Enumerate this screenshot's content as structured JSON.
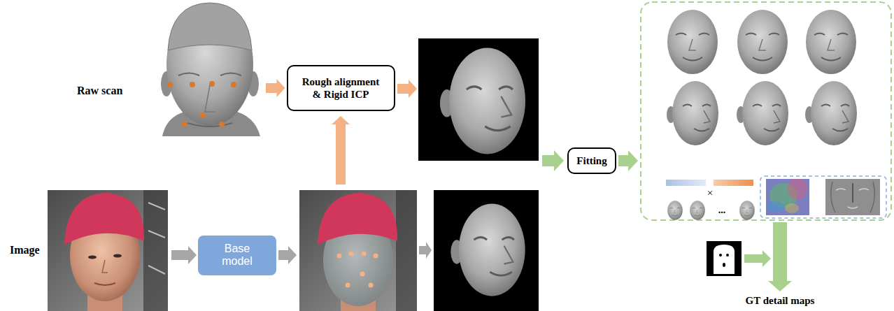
{
  "diagram": {
    "nodes": [
      {
        "text": [
          "Raw scan"
        ]
      },
      {
        "text": [
          "Rough alignment & Rigid ICP"
        ]
      },
      {
        "text": [
          "Image"
        ]
      },
      {
        "text": [
          "Base model"
        ]
      },
      {
        "text": [
          "Fitting"
        ]
      }
    ],
    "edges": [
      {
        "from": 0,
        "to": 1,
        "arrow": "to"
      },
      {
        "from": 2,
        "to": 3,
        "arrow": "to"
      }
    ],
    "labels": [
      "×",
      "...",
      "GT detail maps"
    ]
  }
}
